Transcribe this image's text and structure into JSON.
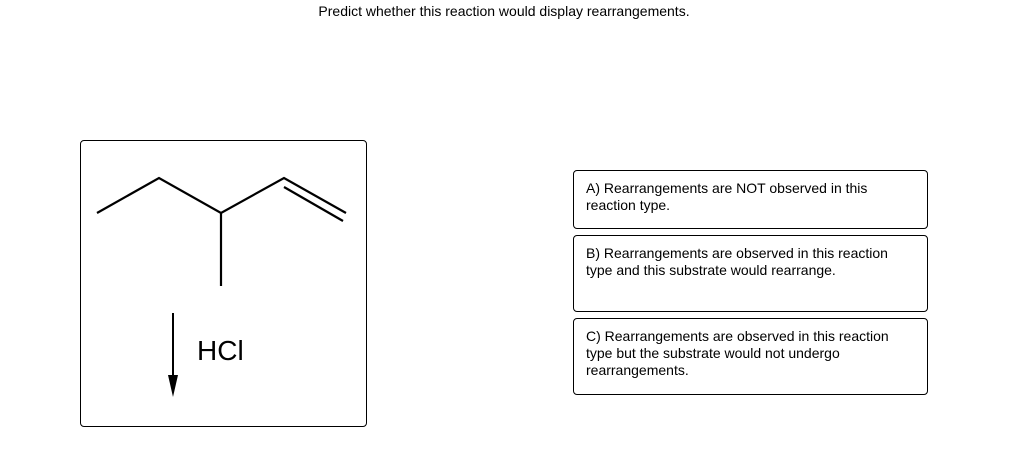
{
  "question": "Predict whether this reaction would display rearrangements.",
  "reaction": {
    "reagent": "HCl"
  },
  "choices": [
    {
      "text": "A) Rearrangements are NOT observed in this reaction type."
    },
    {
      "text": "B) Rearrangements are observed in this reaction type and this substrate would rearrange."
    },
    {
      "text": "C) Rearrangements are observed in this reaction type but the substrate would not undergo rearrangements."
    }
  ]
}
